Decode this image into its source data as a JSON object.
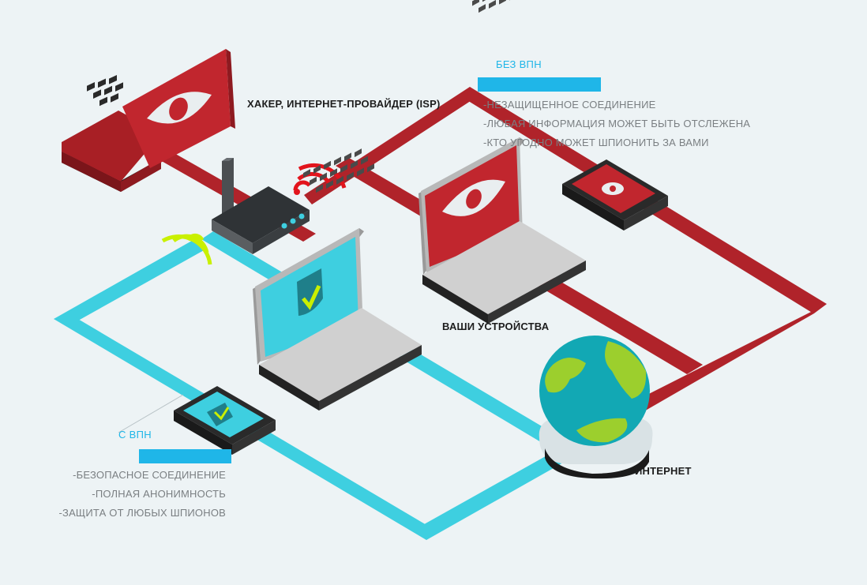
{
  "colors": {
    "background": "#edf3f5",
    "no_vpn": "#b0232a",
    "vpn": "#3ecfe0",
    "vpn_accent": "#1fb6e8",
    "text_dark": "#1d1d1d",
    "text_gray": "#7a7f82",
    "wifi_red": "#e2141c",
    "wifi_green": "#c9f000",
    "globe_ocean": "#12a8b4",
    "globe_land": "#9ccf2d"
  },
  "labels": {
    "hacker_isp": "ХАКЕР, ИНТЕРНЕТ-ПРОВАЙДЕР (ISP)",
    "your_devices": "ВАШИ УСТРОЙСТВА",
    "internet": "ИНТЕРНЕТ"
  },
  "no_vpn": {
    "title": "БЕЗ ВПН",
    "items": [
      "-НЕЗАЩИЩЕННОЕ СОЕДИНЕНИЕ",
      "-ЛЮБАЯ ИНФОРМАЦИЯ МОЖЕТ БЫТЬ ОТСЛЕЖЕНА",
      "-КТО УГОДНО МОЖЕТ ШПИОНИТЬ ЗА ВАМИ"
    ]
  },
  "with_vpn": {
    "title": "С ВПН",
    "items": [
      "-БЕЗОПАСНОЕ СОЕДИНЕНИЕ",
      "-ПОЛНАЯ АНОНИМНОСТЬ",
      "-ЗАЩИТА ОТ ЛЮБЫХ ШПИОНОВ"
    ]
  },
  "icons": {
    "hacker_laptop": "eye-laptop-icon",
    "router": "wifi-router-icon",
    "user_laptop_unsafe": "eye-laptop-icon",
    "user_laptop_safe": "shield-check-laptop-icon",
    "phone_unsafe": "eye-phone-icon",
    "phone_safe": "check-phone-icon",
    "globe": "globe-icon"
  }
}
